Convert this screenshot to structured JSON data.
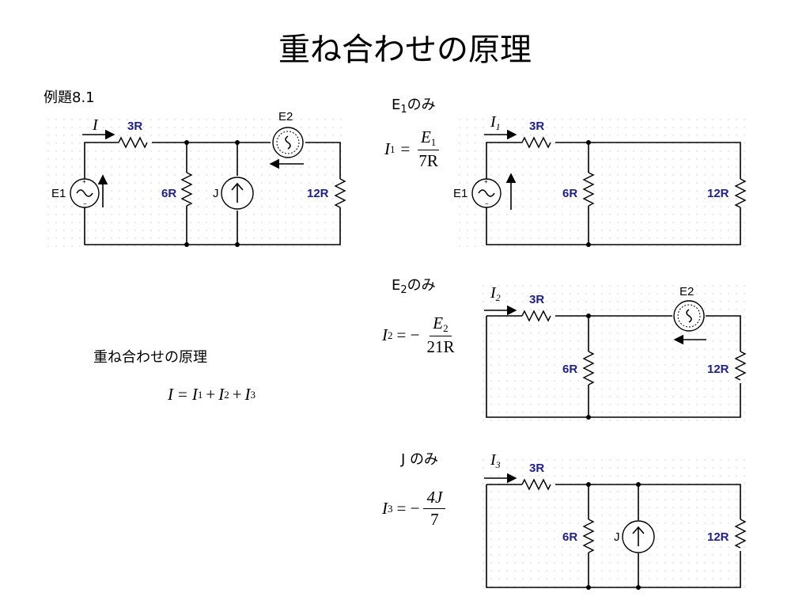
{
  "title": "重ね合わせの原理",
  "example_label": "例題8.1",
  "principle_label": "重ね合わせの原理",
  "principle_equation": {
    "lhs": "I",
    "rhs": [
      "I",
      "1",
      "I",
      "2",
      "I",
      "3"
    ],
    "eq": "=",
    "plus": "+"
  },
  "main_circuit": {
    "current": "I",
    "r3": "3R",
    "r6": "6R",
    "r12": "12R",
    "e1": "E1",
    "e2": "E2",
    "j": "J"
  },
  "case1": {
    "heading_main": "E",
    "heading_sub": "1",
    "heading_suffix": "のみ",
    "current_main": "I",
    "current_sub": "1",
    "eq_lhs": "I",
    "eq_lhs_sub": "1",
    "eq_sign": "=",
    "num_main": "E",
    "num_sub": "1",
    "den": "7R",
    "r3": "3R",
    "r6": "6R",
    "r12": "12R",
    "e1": "E1"
  },
  "case2": {
    "heading_main": "E",
    "heading_sub": "2",
    "heading_suffix": "のみ",
    "current_main": "I",
    "current_sub": "2",
    "eq_lhs": "I",
    "eq_lhs_sub": "2",
    "eq_sign": "= −",
    "num_main": "E",
    "num_sub": "2",
    "den": "21R",
    "r3": "3R",
    "r6": "6R",
    "r12": "12R",
    "e2": "E2"
  },
  "case3": {
    "heading": "J のみ",
    "current_main": "I",
    "current_sub": "3",
    "eq_lhs": "I",
    "eq_lhs_sub": "3",
    "eq_sign": "= −",
    "num": "4J",
    "den": "7",
    "r3": "3R",
    "r6": "6R",
    "r12": "12R",
    "j": "J"
  }
}
